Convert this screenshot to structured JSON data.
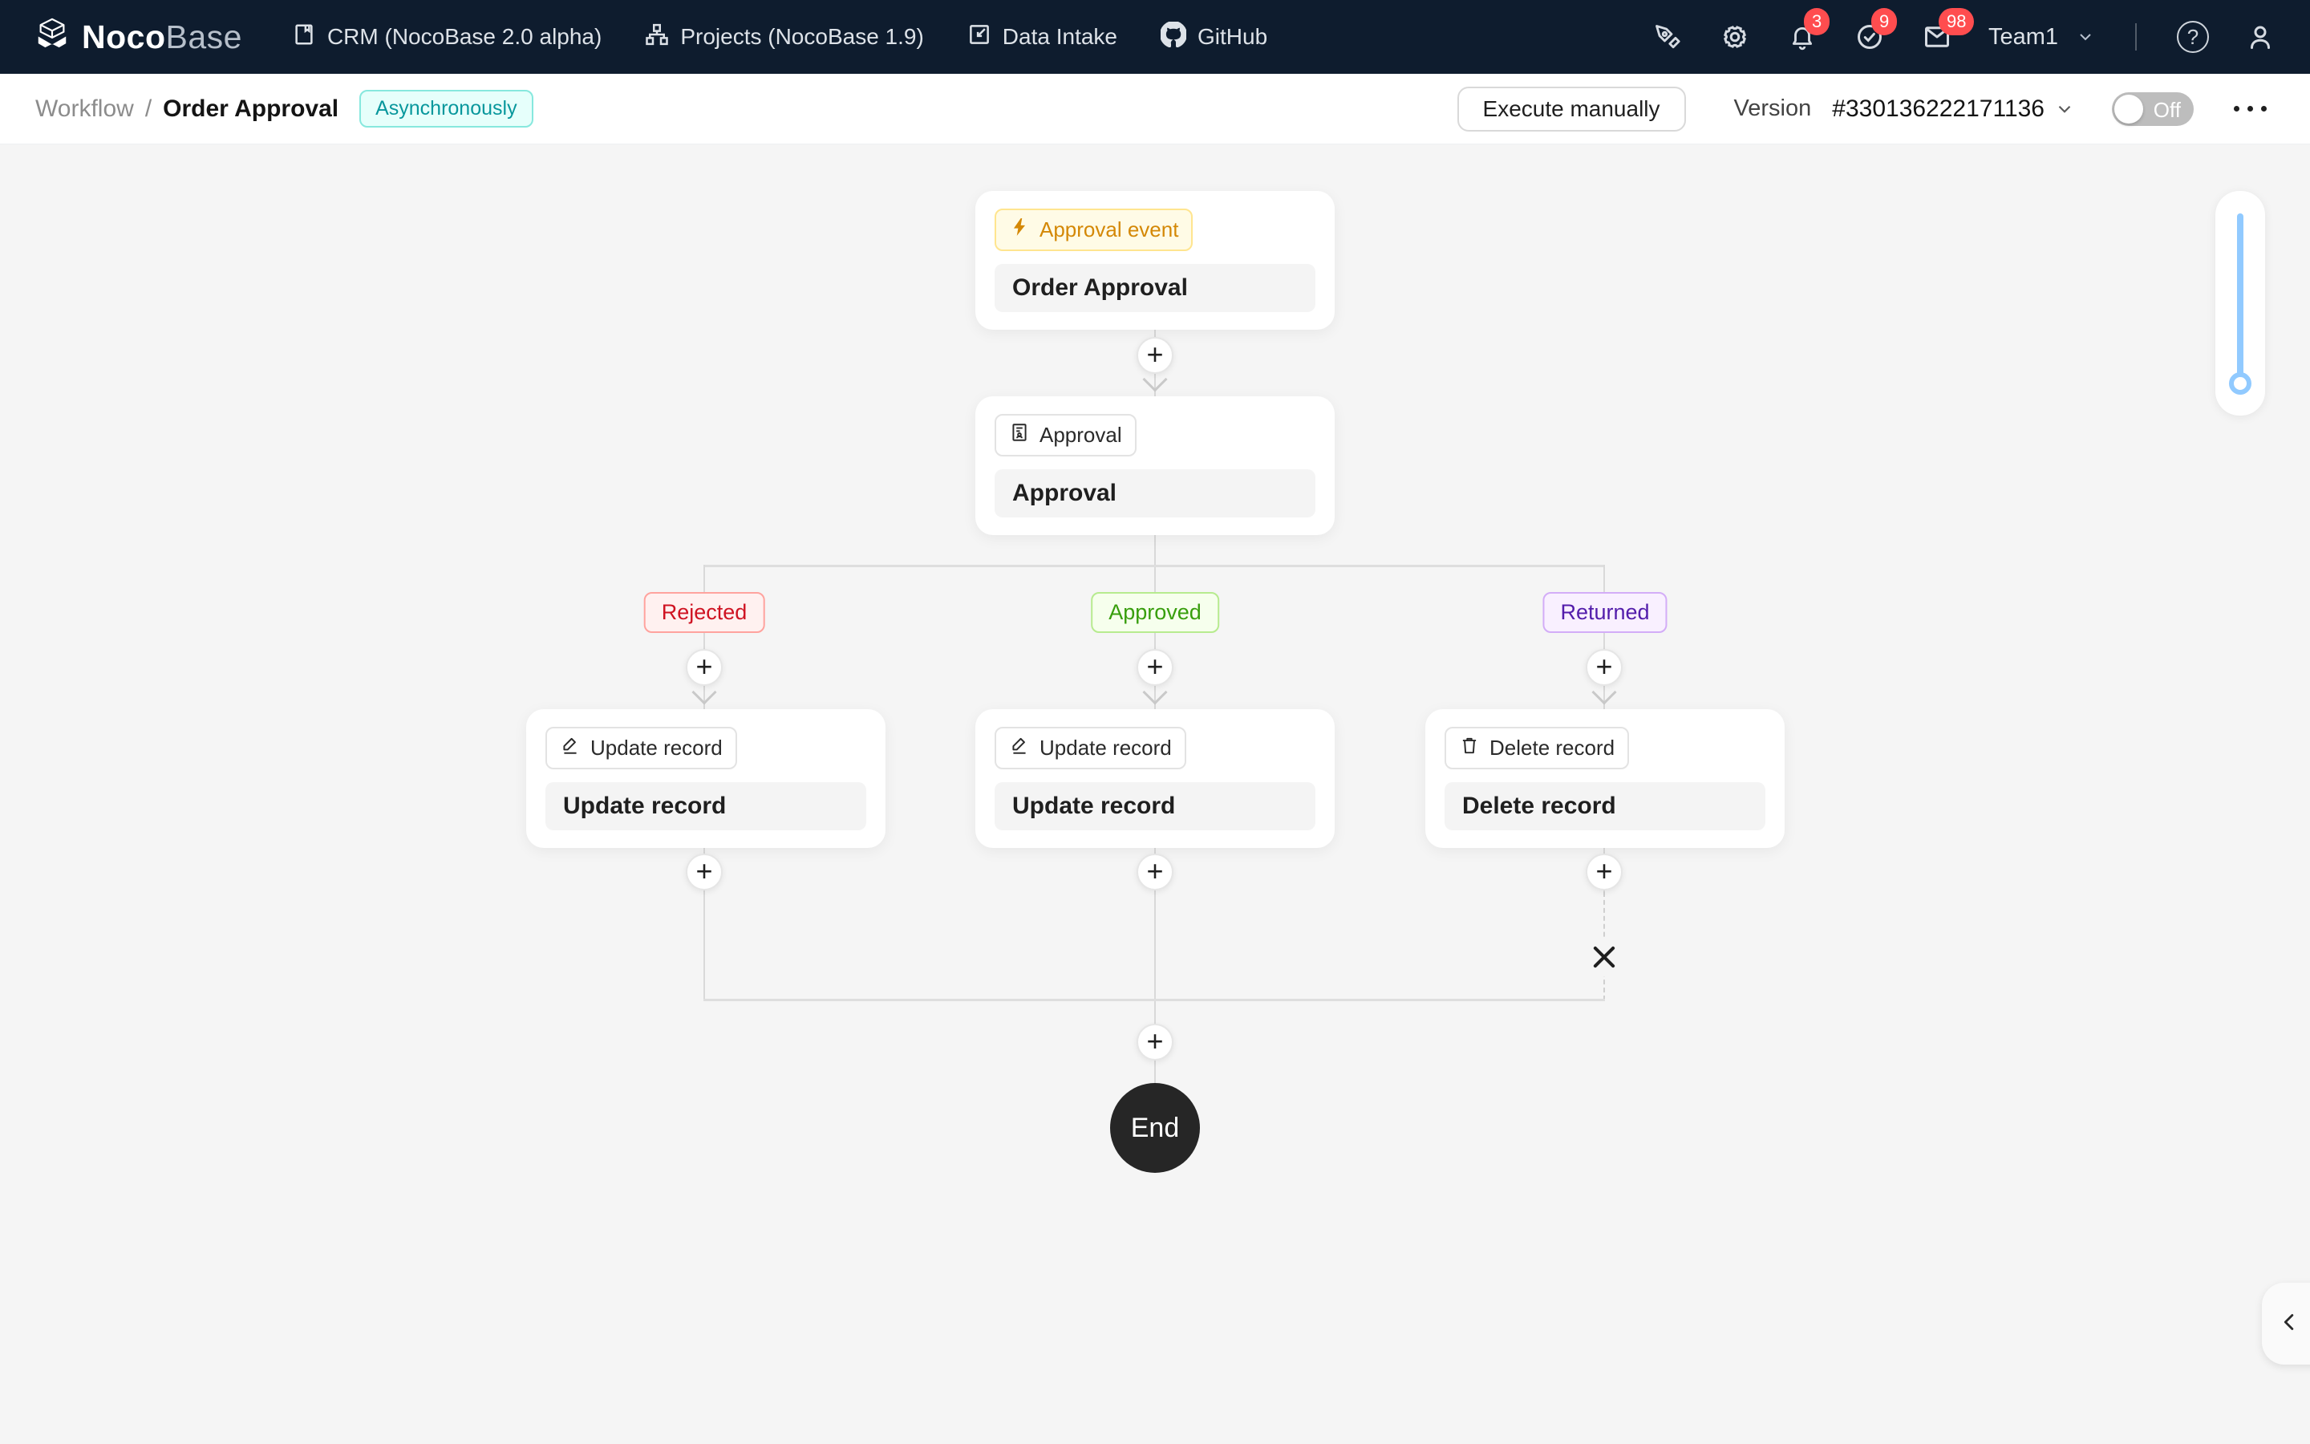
{
  "nav": {
    "logo_bold": "Noco",
    "logo_light": "Base",
    "items": [
      {
        "label": "CRM (NocoBase 2.0 alpha)"
      },
      {
        "label": "Projects (NocoBase 1.9)"
      },
      {
        "label": "Data Intake"
      },
      {
        "label": "GitHub"
      }
    ],
    "notifications": {
      "bell_count": "3",
      "todo_count": "9",
      "mail_count": "98"
    },
    "team_label": "Team1",
    "help_symbol": "?"
  },
  "toolbar": {
    "breadcrumb_root": "Workflow",
    "breadcrumb_separator": "/",
    "title": "Order Approval",
    "mode_badge": "Asynchronously",
    "execute_label": "Execute manually",
    "version_label": "Version",
    "version_value": "#330136222171136",
    "toggle_state": "Off"
  },
  "workflow": {
    "trigger_tag": "Approval event",
    "trigger_name": "Order Approval",
    "approval_tag": "Approval",
    "approval_name": "Approval",
    "branches": [
      {
        "label": "Rejected",
        "node_tag": "Update record",
        "node_name": "Update record"
      },
      {
        "label": "Approved",
        "node_tag": "Update record",
        "node_name": "Update record"
      },
      {
        "label": "Returned",
        "node_tag": "Delete record",
        "node_name": "Delete record"
      }
    ],
    "plus_symbol": "+",
    "end_label": "End"
  },
  "colors": {
    "navbar_bg": "#0e1c2e",
    "canvas_bg": "#f5f5f5",
    "notification_badge": "#ff4d4f",
    "mode_badge_text": "#08979c",
    "trigger_tag_text": "#d48806",
    "rejected_text": "#cf1322",
    "approved_text": "#389e0d",
    "returned_text": "#531dab",
    "slider_blue": "#91caff",
    "end_node_bg": "#262626"
  }
}
